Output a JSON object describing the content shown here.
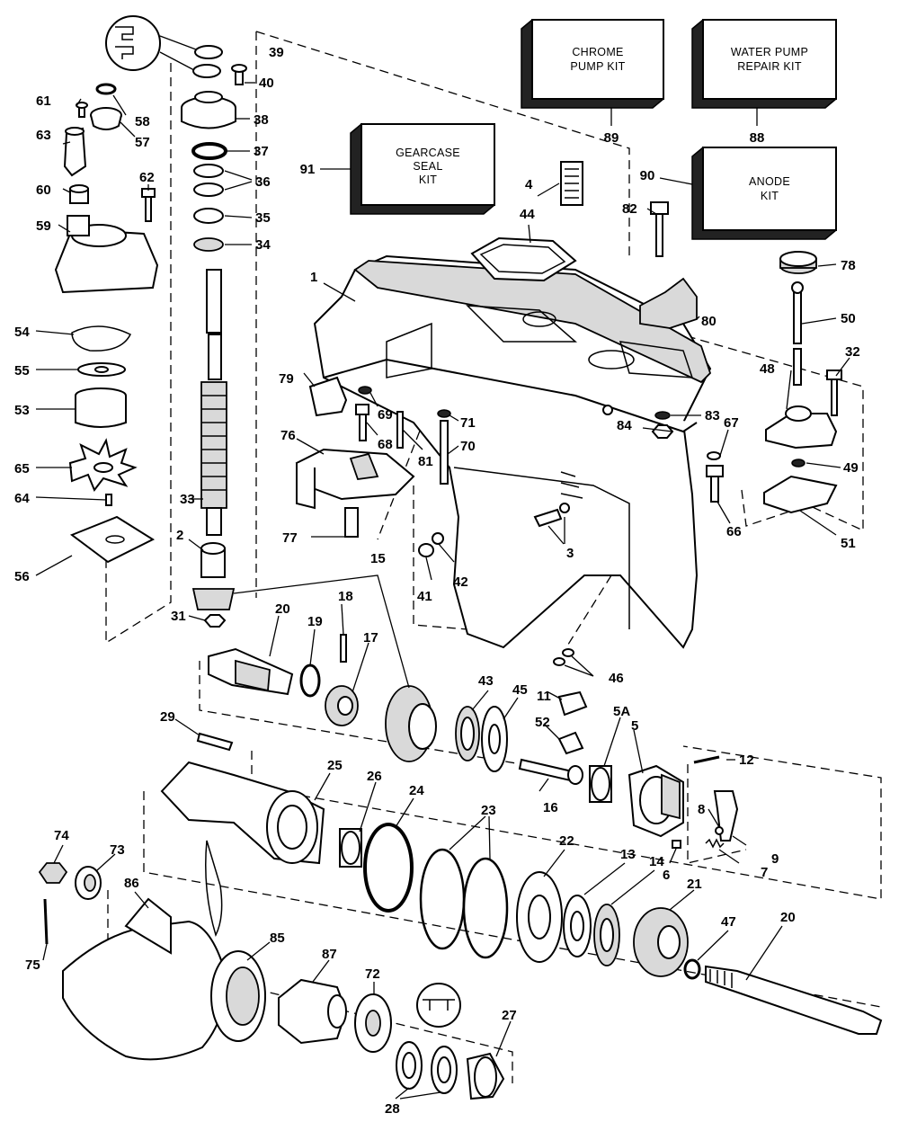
{
  "kits": {
    "chrome_pump": {
      "line1": "CHROME",
      "line2": "PUMP KIT",
      "number": "89"
    },
    "water_pump": {
      "line1": "WATER PUMP",
      "line2": "REPAIR KIT",
      "number": "88"
    },
    "gearcase_seal": {
      "line1": "GEARCASE",
      "line2": "SEAL",
      "line3": "KIT",
      "number": "91"
    },
    "anode": {
      "line1": "ANODE",
      "line2": "KIT",
      "number": "90"
    }
  },
  "callouts": {
    "c1": "1",
    "c2": "2",
    "c3": "3",
    "c4": "4",
    "c5": "5",
    "c5a": "5A",
    "c6": "6",
    "c7": "7",
    "c8": "8",
    "c9": "9",
    "c11": "11",
    "c12": "12",
    "c13": "13",
    "c14": "14",
    "c15": "15",
    "c16": "16",
    "c17": "17",
    "c18": "18",
    "c19": "19",
    "c20a": "20",
    "c20b": "20",
    "c21": "21",
    "c22": "22",
    "c23": "23",
    "c24": "24",
    "c25": "25",
    "c26": "26",
    "c27": "27",
    "c28": "28",
    "c29": "29",
    "c31": "31",
    "c32": "32",
    "c33": "33",
    "c34": "34",
    "c35": "35",
    "c36": "36",
    "c37": "37",
    "c38": "38",
    "c39": "39",
    "c40": "40",
    "c41": "41",
    "c42": "42",
    "c43": "43",
    "c44": "44",
    "c45": "45",
    "c46": "46",
    "c47": "47",
    "c48": "48",
    "c49": "49",
    "c50": "50",
    "c51": "51",
    "c52": "52",
    "c53": "53",
    "c54": "54",
    "c55": "55",
    "c56": "56",
    "c57": "57",
    "c58": "58",
    "c59": "59",
    "c60": "60",
    "c61": "61",
    "c62": "62",
    "c63": "63",
    "c64": "64",
    "c65": "65",
    "c66": "66",
    "c67": "67",
    "c68": "68",
    "c69": "69",
    "c70": "70",
    "c71": "71",
    "c72": "72",
    "c73": "73",
    "c74": "74",
    "c75": "75",
    "c76": "76",
    "c77": "77",
    "c78": "78",
    "c79": "79",
    "c80": "80",
    "c81": "81",
    "c82": "82",
    "c83": "83",
    "c84": "84",
    "c85": "85",
    "c86": "86",
    "c87": "87"
  }
}
